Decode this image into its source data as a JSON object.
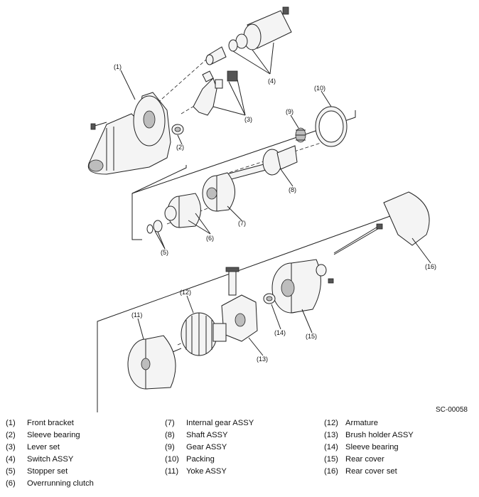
{
  "figure_code": "SC-00058",
  "callouts": {
    "c1": "(1)",
    "c2": "(2)",
    "c3": "(3)",
    "c4": "(4)",
    "c5": "(5)",
    "c6": "(6)",
    "c7": "(7)",
    "c8": "(8)",
    "c9": "(9)",
    "c10": "(10)",
    "c11": "(11)",
    "c12": "(12)",
    "c13": "(13)",
    "c14": "(14)",
    "c15": "(15)",
    "c16": "(16)"
  },
  "legend": [
    {
      "num": "(1)",
      "name": "Front bracket"
    },
    {
      "num": "(2)",
      "name": "Sleeve bearing"
    },
    {
      "num": "(3)",
      "name": "Lever set"
    },
    {
      "num": "(4)",
      "name": "Switch ASSY"
    },
    {
      "num": "(5)",
      "name": "Stopper set"
    },
    {
      "num": "(6)",
      "name": "Overrunning clutch"
    },
    {
      "num": "(7)",
      "name": "Internal gear ASSY"
    },
    {
      "num": "(8)",
      "name": "Shaft ASSY"
    },
    {
      "num": "(9)",
      "name": "Gear ASSY"
    },
    {
      "num": "(10)",
      "name": "Packing"
    },
    {
      "num": "(11)",
      "name": "Yoke ASSY"
    },
    {
      "num": "(12)",
      "name": "Armature"
    },
    {
      "num": "(13)",
      "name": "Brush holder ASSY"
    },
    {
      "num": "(14)",
      "name": "Sleeve bearing"
    },
    {
      "num": "(15)",
      "name": "Rear cover"
    },
    {
      "num": "(16)",
      "name": "Rear cover set"
    }
  ]
}
